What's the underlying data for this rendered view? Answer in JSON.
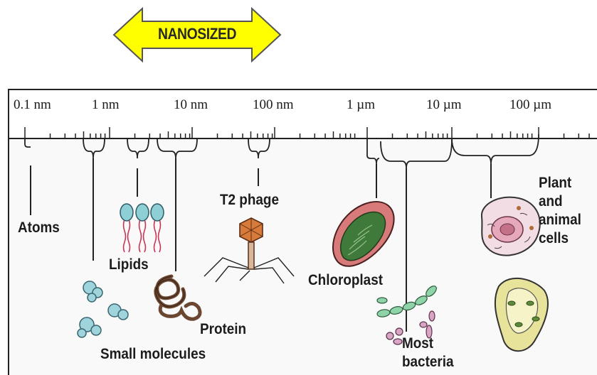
{
  "banner": {
    "text": "NANOSIZED",
    "fill": "#ffff00"
  },
  "scale": {
    "ticks": [
      "0.1 nm",
      "1 nm",
      "10 nm",
      "100 nm",
      "1 µm",
      "10 µm",
      "100 µm"
    ]
  },
  "labels": {
    "atoms": "Atoms",
    "lipids": "Lipids",
    "small_molecules": "Small molecules",
    "protein": "Protein",
    "t2_phage": "T2 phage",
    "chloroplast": "Chloroplast",
    "most_bacteria_line1": "Most",
    "most_bacteria_line2": "bacteria",
    "cells_line1": "Plant",
    "cells_line2": "and",
    "cells_line3": "animal",
    "cells_line4": "cells"
  },
  "colors": {
    "molecule": "#9fd4dc",
    "lipid_head": "#8ecfd6",
    "lipid_tail": "#cc3355",
    "protein": "#7a5038",
    "phage_head": "#d87a3a",
    "chloroplast": "#d97a7a",
    "thylakoid": "#3f7a3a",
    "bacteria_green": "#8fd3a8",
    "bacteria_pink": "#d9a5c4",
    "cell_body": "#f2dde4",
    "plant_cell": "#e8e39a"
  }
}
